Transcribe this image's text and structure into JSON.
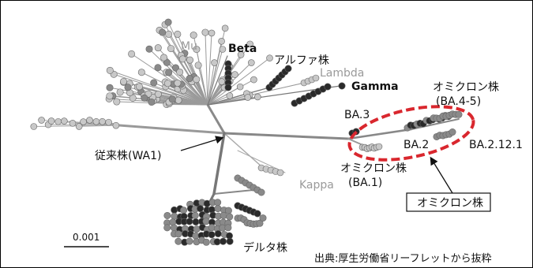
{
  "labels": {
    "mu": "Mu",
    "beta": "Beta",
    "alpha": "アルファ株",
    "lambda": "Lambda",
    "gamma": "Gamma",
    "omicron_top": "オミクロン株",
    "ba45": "(BA.4-5)",
    "ba3": "BA.3",
    "ba2": "BA.2",
    "ba2121": "BA.2.12.1",
    "wa1": "従来株(WA1)",
    "omicron_ba1": "オミクロン株",
    "ba1": "(BA.1)",
    "kappa": "Kappa",
    "omicron_box": "オミクロン株",
    "scale": "0.001",
    "delta": "デルタ株",
    "source": "出典:厚生労働省リーフレットから抜粋"
  },
  "colors": {
    "highlight_ellipse": "#d9272e",
    "dark_leaf": "#2a2a2a",
    "light_leaf": "#c8c8c8",
    "mid_leaf": "#8a8a8a",
    "gray_label": "#9a9a9a"
  }
}
